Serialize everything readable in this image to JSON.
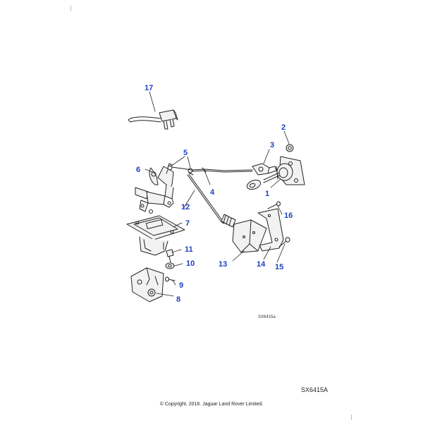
{
  "callouts": {
    "c1": "1",
    "c2": "2",
    "c3": "3",
    "c4": "4",
    "c5": "5",
    "c6": "6",
    "c7": "7",
    "c8": "8",
    "c9": "9",
    "c10": "10",
    "c11": "11",
    "c12": "12",
    "c13": "13",
    "c14": "14",
    "c15": "15",
    "c16": "16",
    "c17": "17"
  },
  "illustration_ref_small": "SX6415a",
  "illustration_ref": "SX6415A",
  "copyright": "© Copyright, 2016. Jaguar Land Rover Limited.",
  "colors": {
    "callout": "#1f3fbf",
    "line": "#222222",
    "part_fill": "#f2f2f2"
  }
}
